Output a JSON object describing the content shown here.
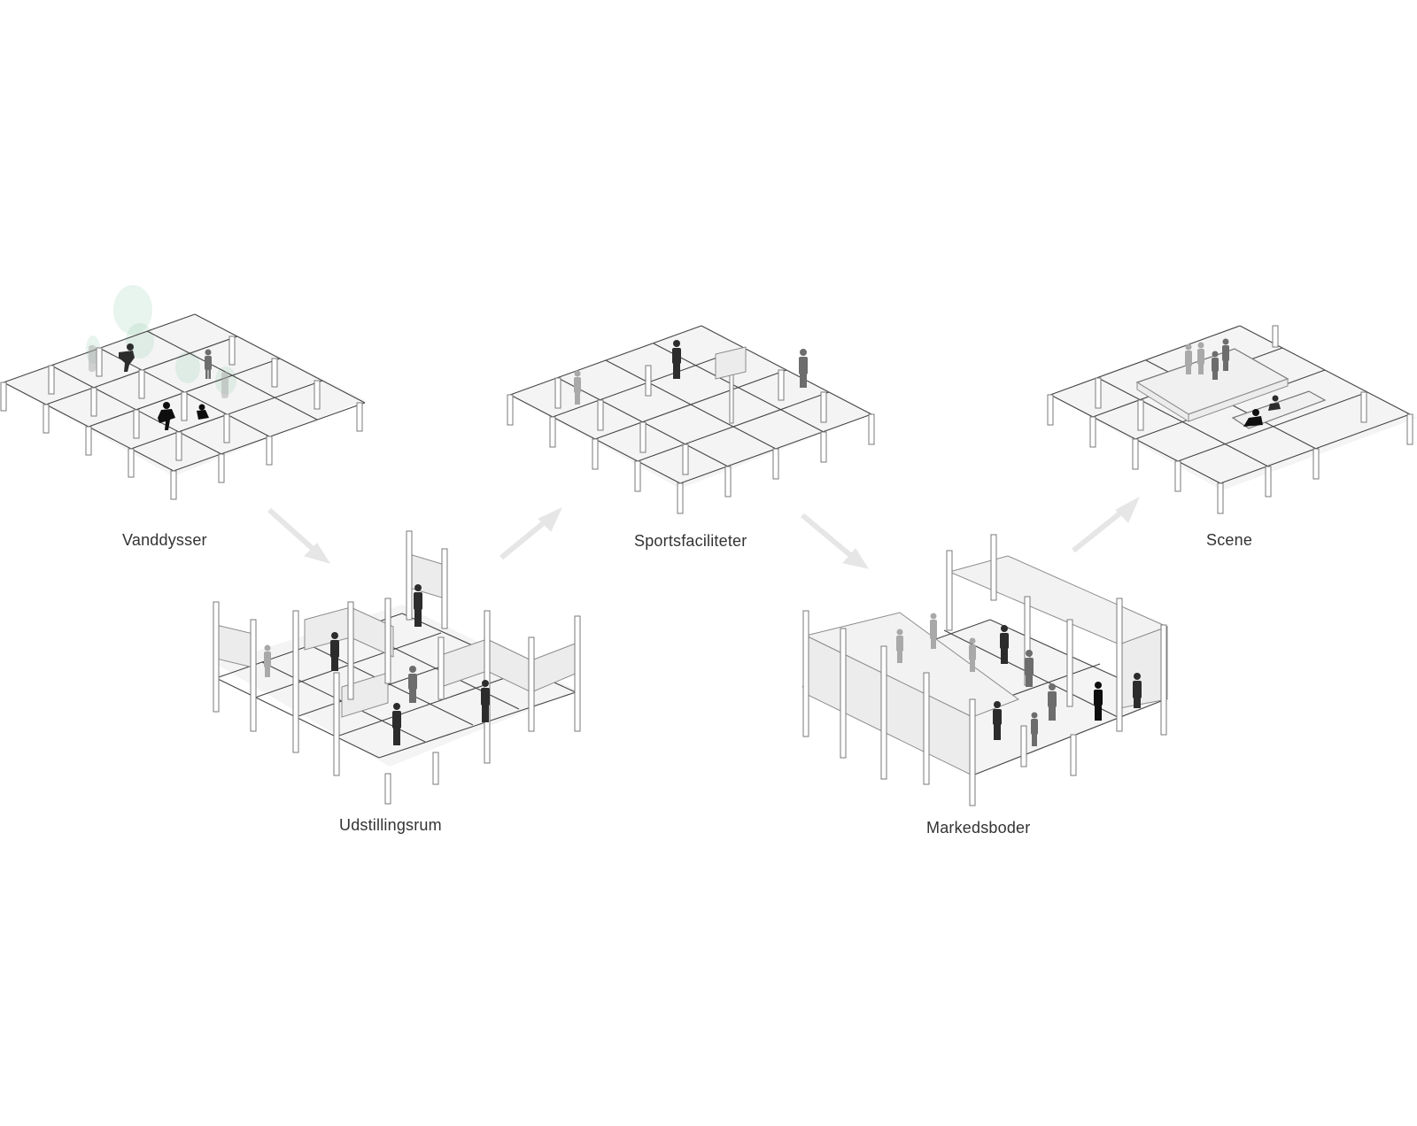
{
  "diagram": {
    "labels": {
      "vanddysser": "Vanddysser",
      "udstillingsrum": "Udstillingsrum",
      "sportsfaciliteter": "Sportsfaciliteter",
      "markedsboder": "Markedsboder",
      "scene": "Scene"
    },
    "colors": {
      "background": "#ffffff",
      "grid": "#444444",
      "floor": "#f4f4f4",
      "arrow": "#e6e6e6",
      "mist": "#7fc3a2"
    }
  }
}
